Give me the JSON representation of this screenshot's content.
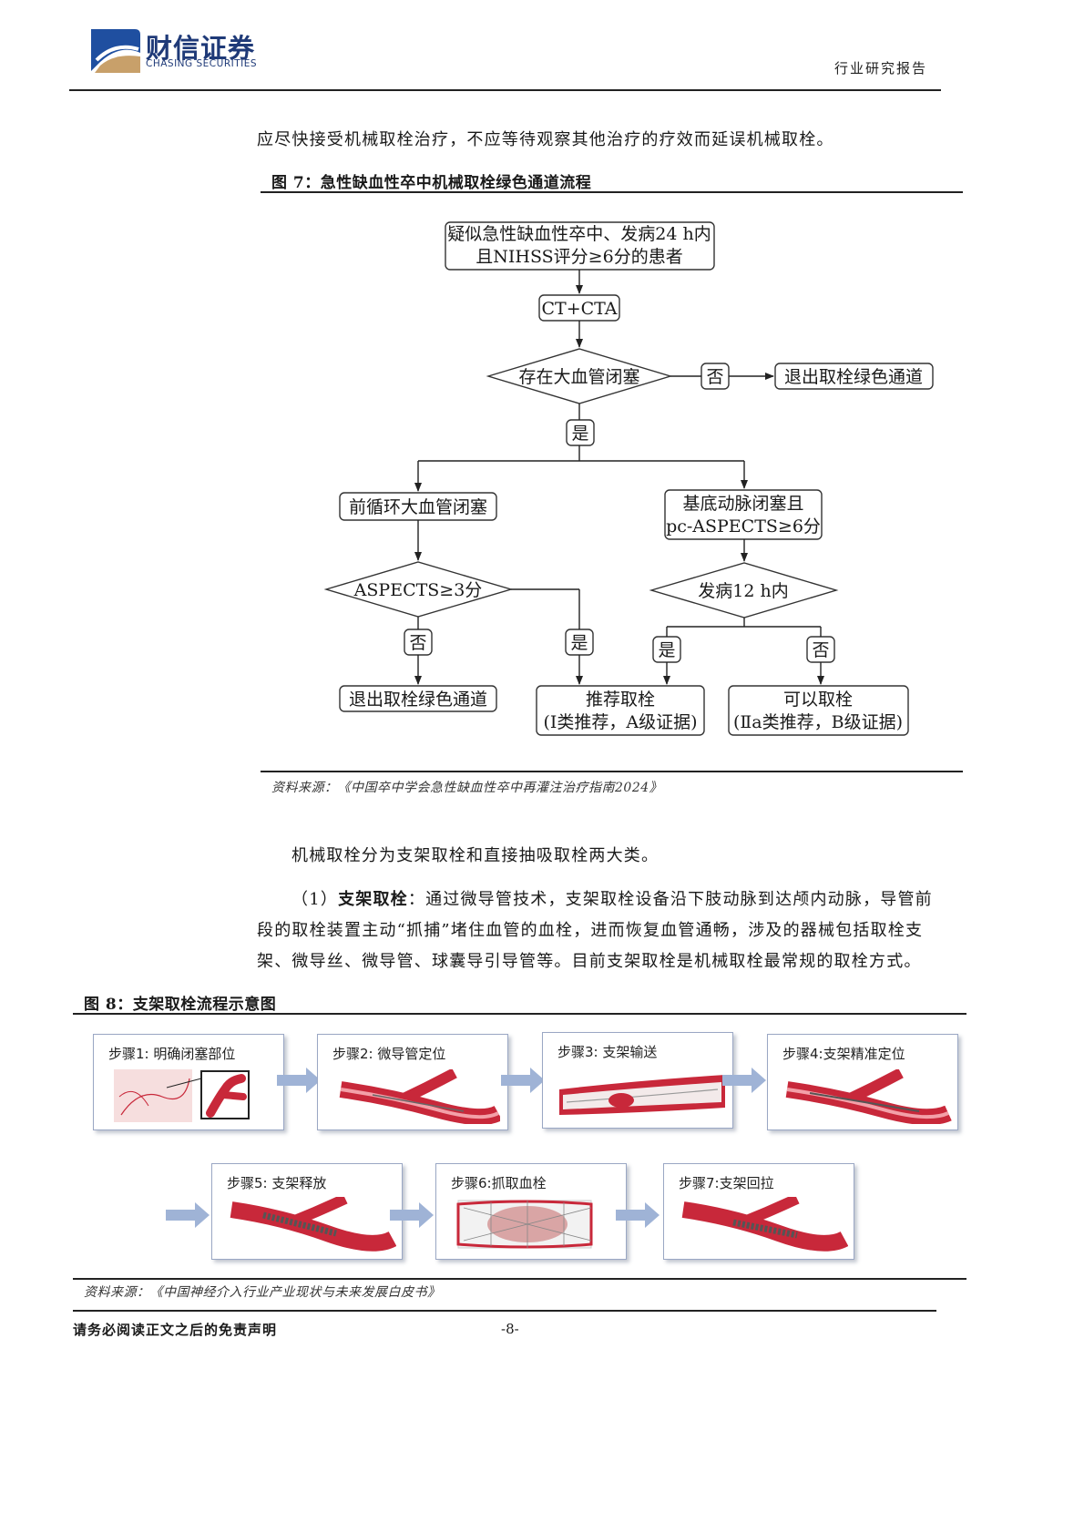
{
  "header": {
    "logo_cn": "财信证券",
    "logo_en": "CHASING SECURITIES",
    "report_type": "行业研究报告"
  },
  "intro_text": "应尽快接受机械取栓治疗，不应等待观察其他治疗的疗效而延误机械取栓。",
  "figure7": {
    "title": "图 7：急性缺血性卒中机械取栓绿色通道流程",
    "nodes": {
      "start_line1": "疑似急性缺血性卒中、发病24 h内",
      "start_line2": "且NIHSS评分≥6分的患者",
      "ct": "CT+CTA",
      "q_occlusion": "存在大血管闭塞",
      "no1": "否",
      "exit1": "退出取栓绿色通道",
      "yes1": "是",
      "anterior": "前循环大血管闭塞",
      "basilar_line1": "基底动脉闭塞且",
      "basilar_line2": "pc-ASPECTS≥6分",
      "q_aspects": "ASPECTS≥3分",
      "q_onset": "发病12 h内",
      "no2": "否",
      "yes2": "是",
      "yes3": "是",
      "no3": "否",
      "exit2": "退出取栓绿色通道",
      "rec_line1": "推荐取栓",
      "rec_line2": "(Ⅰ类推荐，A级证据)",
      "can_line1": "可以取栓",
      "can_line2": "(Ⅱa类推荐，B级证据)"
    },
    "source": "资料来源：《中国卒中学会急性缺血性卒中再灌注治疗指南2024》"
  },
  "para1": "机械取栓分为支架取栓和直接抽吸取栓两大类。",
  "para2": {
    "prefix": "（1）",
    "term": "支架取栓",
    "rest_line1": "：通过微导管技术，支架取栓设备沿下肢动脉到达颅内动脉，导管前",
    "line2": "段的取栓装置主动“抓捕”堵住血管的血栓，进而恢复血管通畅，涉及的器械包括取栓支",
    "line3": "架、微导丝、微导管、球囊导引导管等。目前支架取栓是机械取栓最常规的取栓方式。"
  },
  "figure8": {
    "title": "图 8：支架取栓流程示意图",
    "steps": [
      "步骤1: 明确闭塞部位",
      "步骤2: 微导管定位",
      "步骤3: 支架输送",
      "步骤4:支架精准定位",
      "步骤5: 支架释放",
      "步骤6:抓取血栓",
      "步骤7:支架回拉"
    ],
    "source": "资料来源：《中国神经介入行业产业现状与未来发展白皮书》"
  },
  "footer": {
    "disclaimer": "请务必阅读正文之后的免责声明",
    "page": "-8-"
  },
  "colors": {
    "brand_blue": "#1f3a78",
    "vessel_red": "#c8283a",
    "arrow_blue": "#8fa6cc"
  }
}
